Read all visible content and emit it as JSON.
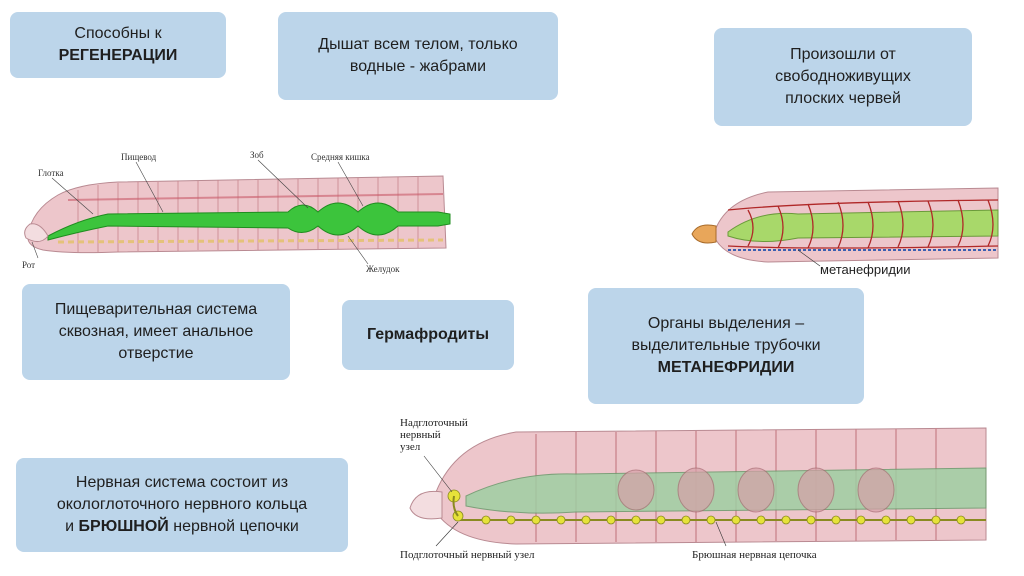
{
  "cards": {
    "regen": {
      "line1": "Способны к",
      "line2": "РЕГЕНЕРАЦИИ"
    },
    "breath": {
      "line1": "Дышат всем телом, только",
      "line2": "водные - жабрами"
    },
    "origin": {
      "line1": "Произошли от",
      "line2": "свободноживущих",
      "line3": "плоских червей"
    },
    "digest": {
      "line1": "Пищеварительная система",
      "line2": "сквозная, имеет анальное",
      "line3": "отверстие"
    },
    "herma": {
      "line1": "Гермафродиты"
    },
    "excr": {
      "line1": "Органы выделения –",
      "line2": "выделительные трубочки",
      "line3": "МЕТАНЕФРИДИИ"
    },
    "nerve": {
      "line1": "Нервная система состоит из",
      "line2": "окологлоточного нервного кольца",
      "line3_pre": "и ",
      "line3_bold": "БРЮШНОЙ",
      "line3_post": " нервной цепочки"
    }
  },
  "diagram1": {
    "labels": {
      "glotka": "Глотка",
      "pishchevod": "Пищевод",
      "zob": "Зоб",
      "srednyaya": "Средняя кишка",
      "rot": "Рот",
      "zheludok": "Желудок"
    },
    "colors": {
      "gut": "#3cc43c",
      "body": "#e8b3b8",
      "seg": "#c9848c"
    }
  },
  "diagram2": {
    "labels": {
      "metanefridii": "метанефридии"
    },
    "colors": {
      "gut": "#a8d86a",
      "vessel": "#b02828"
    }
  },
  "diagram3": {
    "labels": {
      "nadglot": "Надглоточный",
      "nadglot2": "нервный",
      "nadglot3": "узел",
      "podglot": "Подглоточный нервный узел",
      "bryush": "Брюшная нервная цепочка"
    },
    "colors": {
      "nerve": "#e6e23a",
      "gut": "#9fcfa3"
    }
  }
}
